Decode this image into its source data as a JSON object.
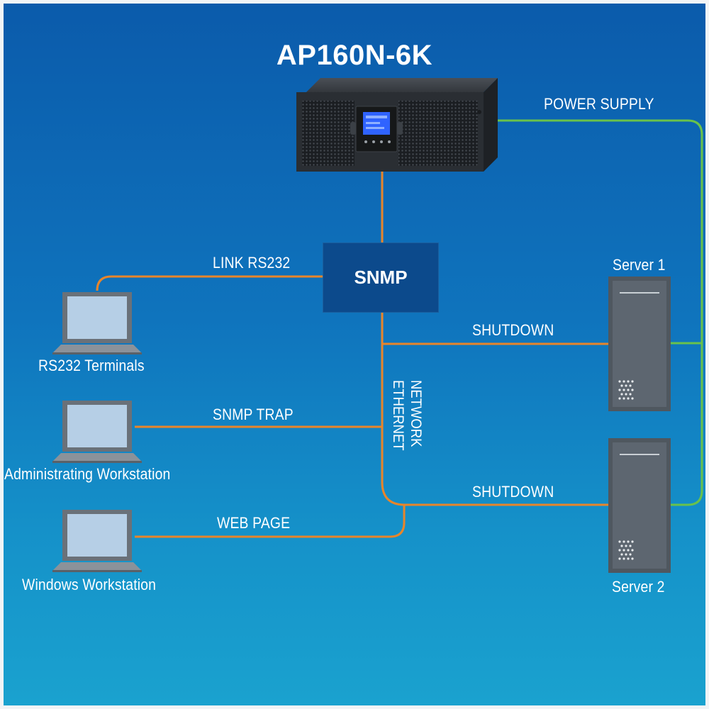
{
  "title": "AP160N-6K",
  "snmp_label": "SNMP",
  "connections": {
    "power_supply": "POWER SUPPLY",
    "link_rs232": "LINK RS232",
    "snmp_trap": "SNMP TRAP",
    "web_page": "WEB PAGE",
    "shutdown_1": "SHUTDOWN",
    "shutdown_2": "SHUTDOWN",
    "ethernet": "ETHERNET",
    "network": "NETWORK"
  },
  "devices": {
    "rs232_terminals": "RS232 Terminals",
    "admin_workstation": "Administrating Workstation",
    "windows_workstation": "Windows Workstation",
    "server_1": "Server 1",
    "server_2": "Server 2"
  },
  "colors": {
    "ethernet_line": "#e8852a",
    "power_line": "#69c24b",
    "server_body": "#5d6670",
    "ups_body": "#2a2e33",
    "ups_screen": "#2f63ff"
  }
}
